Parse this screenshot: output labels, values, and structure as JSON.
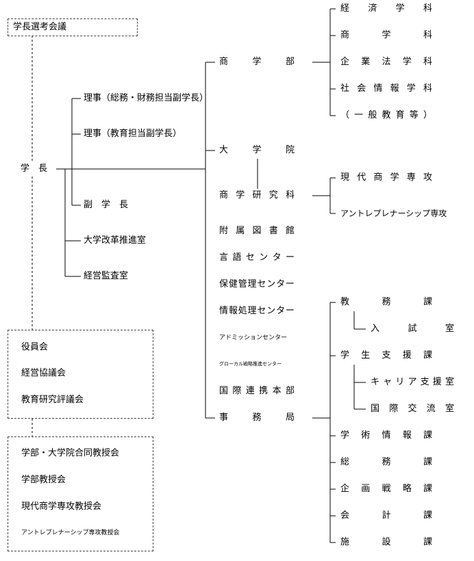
{
  "selection_committee": "学長選考会議",
  "president": "学　長",
  "executives": [
    "理事（総務・財務担当副学長）",
    "理事（教育担当副学長）",
    "副　学　長",
    "大学改革推進室",
    "経営監査室"
  ],
  "councils": [
    "役員会",
    "経営協議会",
    "教育研究評議会"
  ],
  "faculty_meetings": [
    "学部・大学院合同教授会",
    "学部教授会",
    "現代商学専攻教授会",
    "アントレプレナーシップ専攻教授会"
  ],
  "units": {
    "faculty": "商学部",
    "graduate_school": "大学院",
    "graduate_division": "商学研究科",
    "library": "附属図書館",
    "language_center": "言語センター",
    "health_center": "保健管理センター",
    "info_center": "情報処理センター",
    "admission_center": "アドミッションセンター",
    "global_center": "グローカル戦略推進センター",
    "partnership": "国際連携本部",
    "secretariat": "事務局"
  },
  "departments": [
    "経済学科",
    "商学科",
    "企業法学科",
    "社会情報学科",
    "（一般教育等）"
  ],
  "majors": [
    "現代商学専攻",
    "アントレプレナーシップ専攻"
  ],
  "sections": {
    "academic_affairs": "教務課",
    "admissions_office": "入試室",
    "student_support": "学生支援課",
    "career_office": "キャリア支援室",
    "exchange_office": "国際交流室",
    "info_section": "学術情報課",
    "general_affairs": "総務課",
    "planning": "企画戦略課",
    "accounting": "会計課",
    "facilities": "施設課"
  }
}
